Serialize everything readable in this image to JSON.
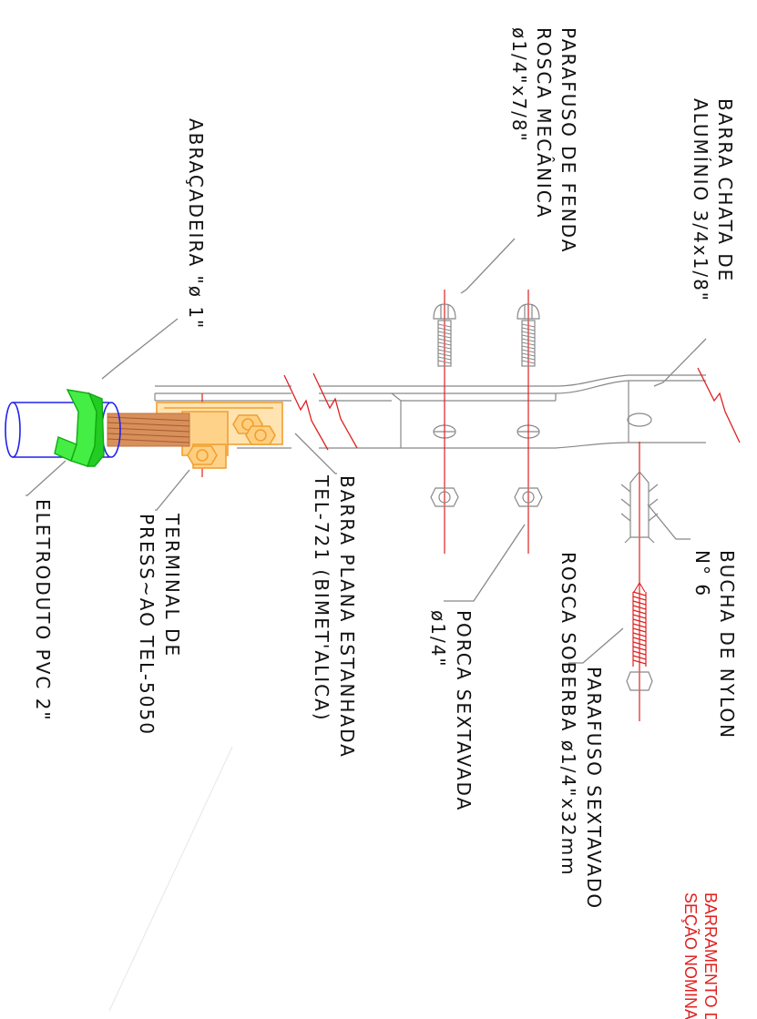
{
  "labels": {
    "barra_chata": [
      "BARRA CHATA DE",
      "ALUMÍNIO 3/4x1/8\""
    ],
    "parafuso_fenda": [
      "PARAFUSO DE FENDA",
      "ROSCA MECÂNICA",
      "ø1/4\"x7/8\""
    ],
    "abracadeira": [
      "ABRAÇADEIRA \"ø 1\""
    ],
    "bucha": [
      "BUCHA DE NYLON",
      "N° 6"
    ],
    "parafuso_sext": [
      "PARAFUSO SEXTAVADO",
      "ROSCA SOBERBA ø1/4\"x32mm"
    ],
    "porca": [
      "PORCA SEXTAVADA",
      "ø1/4\""
    ],
    "barra_plana": [
      "BARRA PLANA ESTANHADA",
      "TEL-721 (BIMET'ALICA)"
    ],
    "terminal": [
      "TERMINAL DE",
      "PRESS~AO TEL-5050"
    ],
    "eletroduto": [
      "ELETRODUTO PVC 2\""
    ],
    "title": [
      "BARRAMENTO D",
      "SEÇÃO NOMINAL"
    ]
  },
  "colors": {
    "metal": "#8c8c8c",
    "centerline": "#e02020",
    "terminal": "#f0a030",
    "clamp": "#22dd22",
    "pvc": "#2020ee",
    "cable": "#c07040",
    "screw_thread": "#e02020"
  },
  "icons": [
    "screw-icon",
    "nut-icon",
    "nylon-anchor-icon",
    "terminal-icon",
    "clamp-icon",
    "conduit-icon"
  ]
}
